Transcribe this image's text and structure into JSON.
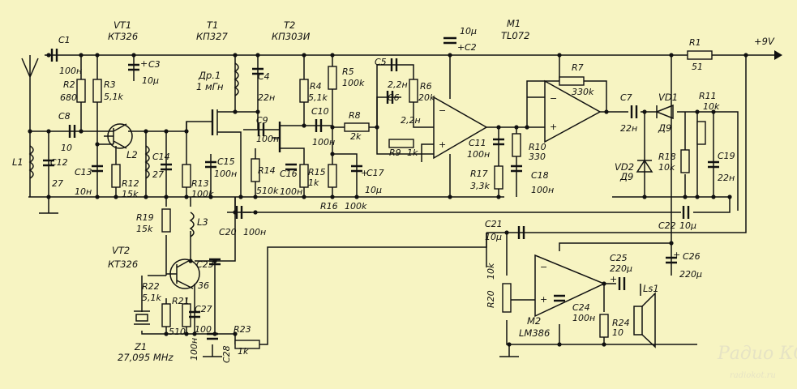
{
  "background": "#f7f4c2",
  "ink": "#111111",
  "watermark_color": "#e6e3c4",
  "supply_label": "+9V",
  "watermark": {
    "logo": "Радио КОТ",
    "site": "radiokot.ru"
  },
  "transistors": {
    "vt1": {
      "name": "VT1",
      "type": "КТ326"
    },
    "vt2": {
      "name": "VT2",
      "type": "КТ326"
    },
    "t1": {
      "name": "T1",
      "type": "КП327"
    },
    "t2": {
      "name": "T2",
      "type": "КП303И"
    }
  },
  "ics": {
    "m1": {
      "name": "M1",
      "type": "TL072"
    },
    "m2": {
      "name": "M2",
      "type": "LM386"
    }
  },
  "crystal": {
    "name": "Z1",
    "freq": "27,095 MHz"
  },
  "inductors": {
    "l1": "L1",
    "l2": "L2",
    "l3": "L3",
    "dr1_name": "Др.1",
    "dr1_value": "1 мГн"
  },
  "diodes": {
    "vd1": "VD1",
    "vd2": "VD2",
    "vd1_type": "Д9",
    "vd2_type": "Д9"
  },
  "speaker": "Ls1",
  "resistors": {
    "r1": [
      "R1",
      "51"
    ],
    "r2": [
      "R2",
      "680"
    ],
    "r3": [
      "R3",
      "5,1k"
    ],
    "r4": [
      "R4",
      "5,1k"
    ],
    "r5": [
      "R5",
      "100k"
    ],
    "r6": [
      "R6",
      "20k"
    ],
    "r7": [
      "R7",
      "330k"
    ],
    "r8": [
      "R8",
      "2k"
    ],
    "r9": [
      "R9",
      "1k"
    ],
    "r10": [
      "R10",
      "330"
    ],
    "r11": [
      "R11",
      "10k"
    ],
    "r12": [
      "R12",
      "15k"
    ],
    "r13": [
      "R13",
      "100k"
    ],
    "r14": [
      "R14",
      "510k"
    ],
    "r15": [
      "R15",
      "1k"
    ],
    "r16": [
      "R16",
      "100k"
    ],
    "r17": [
      "R17",
      "3,3k"
    ],
    "r18": [
      "R18",
      "10k"
    ],
    "r19": [
      "R19",
      "15k"
    ],
    "r20": [
      "R20",
      "10k"
    ],
    "r21": [
      "R21",
      "510"
    ],
    "r22": [
      "R22",
      "5,1k"
    ],
    "r23": [
      "R23",
      "1k"
    ],
    "r24": [
      "R24",
      "10"
    ]
  },
  "capacitors": {
    "c1": [
      "C1",
      "100н"
    ],
    "c2": [
      "C2",
      "10µ"
    ],
    "c3": [
      "C3",
      "10µ"
    ],
    "c4": [
      "C4",
      "22н"
    ],
    "c5": [
      "C5",
      "2,2н"
    ],
    "c6": [
      "C6",
      "2,2н"
    ],
    "c7": [
      "C7",
      "22н"
    ],
    "c8": [
      "C8",
      "10"
    ],
    "c9": [
      "C9",
      "100н"
    ],
    "c10": [
      "C10",
      "100н"
    ],
    "c11": [
      "C11",
      "100н"
    ],
    "c12": [
      "C12",
      "27"
    ],
    "c13": [
      "C13",
      "10н"
    ],
    "c14": [
      "C14",
      "27"
    ],
    "c15": [
      "C15",
      "100н"
    ],
    "c16": [
      "C16",
      "100н"
    ],
    "c17": [
      "C17",
      "10µ"
    ],
    "c18": [
      "C18",
      "100н"
    ],
    "c19": [
      "C19",
      "22н"
    ],
    "c20": [
      "C20",
      "100н"
    ],
    "c21": [
      "C21",
      "10µ"
    ],
    "c22": [
      "C22",
      "10µ"
    ],
    "c23": [
      "C23",
      "36"
    ],
    "c24": [
      "C24",
      "100н"
    ],
    "c25": [
      "C25",
      "220µ"
    ],
    "c26": [
      "C26",
      "220µ"
    ],
    "c27": [
      "C27",
      "100"
    ],
    "c28": [
      "C28",
      "100н"
    ]
  }
}
